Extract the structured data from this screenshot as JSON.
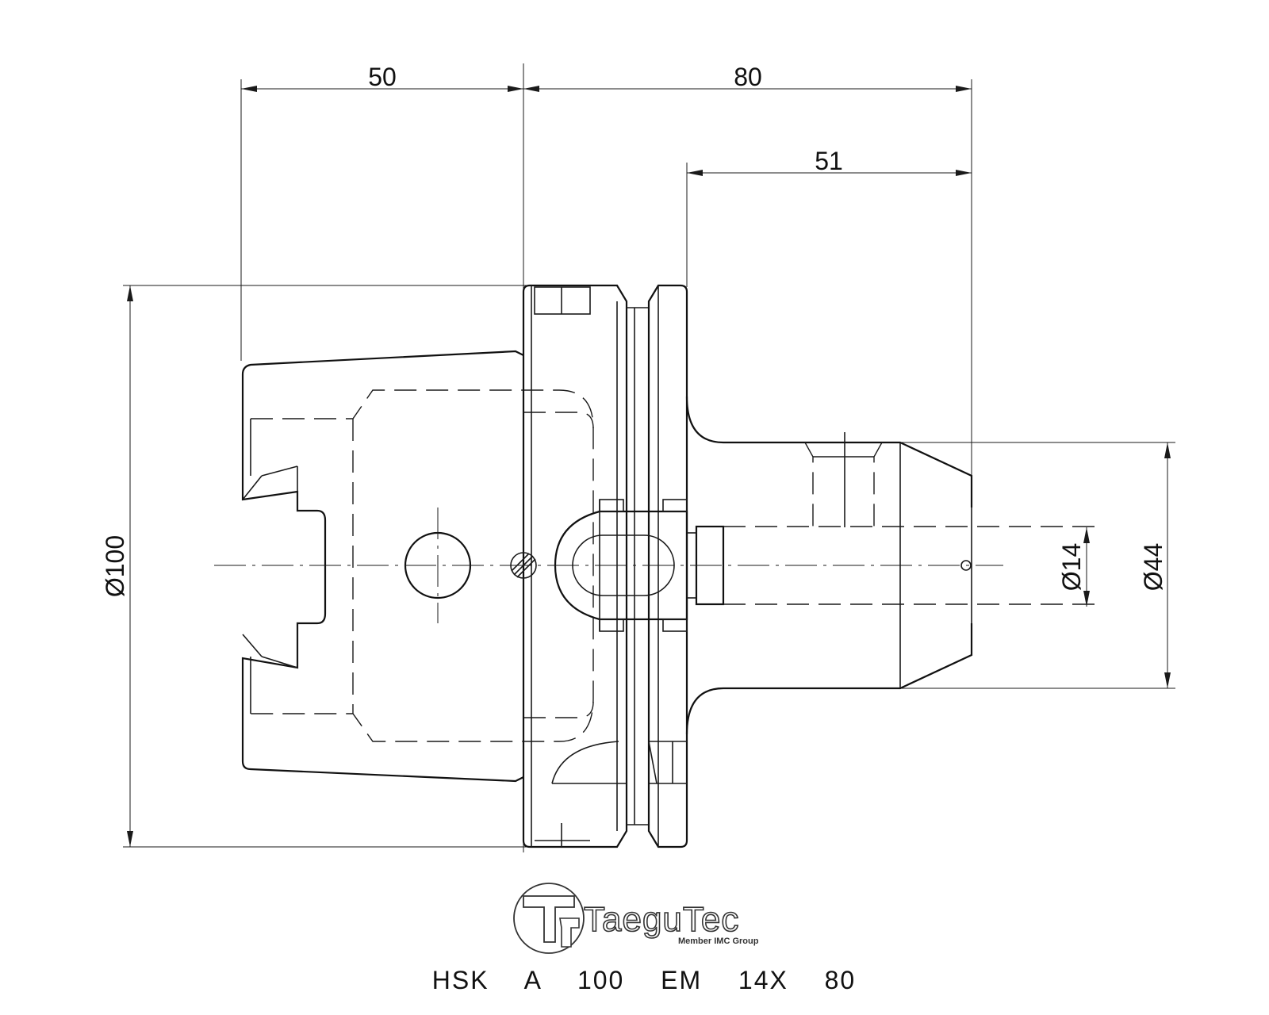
{
  "dimensions": {
    "d50": "50",
    "d80": "80",
    "d51": "51",
    "dia100": "Ø100",
    "dia14": "Ø14",
    "dia44": "Ø44"
  },
  "logo": {
    "name": "TaeguTec",
    "tagline": "Member IMC Group",
    "icon": "taegutec-logo-icon"
  },
  "part_code": "HSK  A  100  EM  14X  80",
  "colors": {
    "line": "#1a1a1a",
    "background": "#ffffff"
  }
}
